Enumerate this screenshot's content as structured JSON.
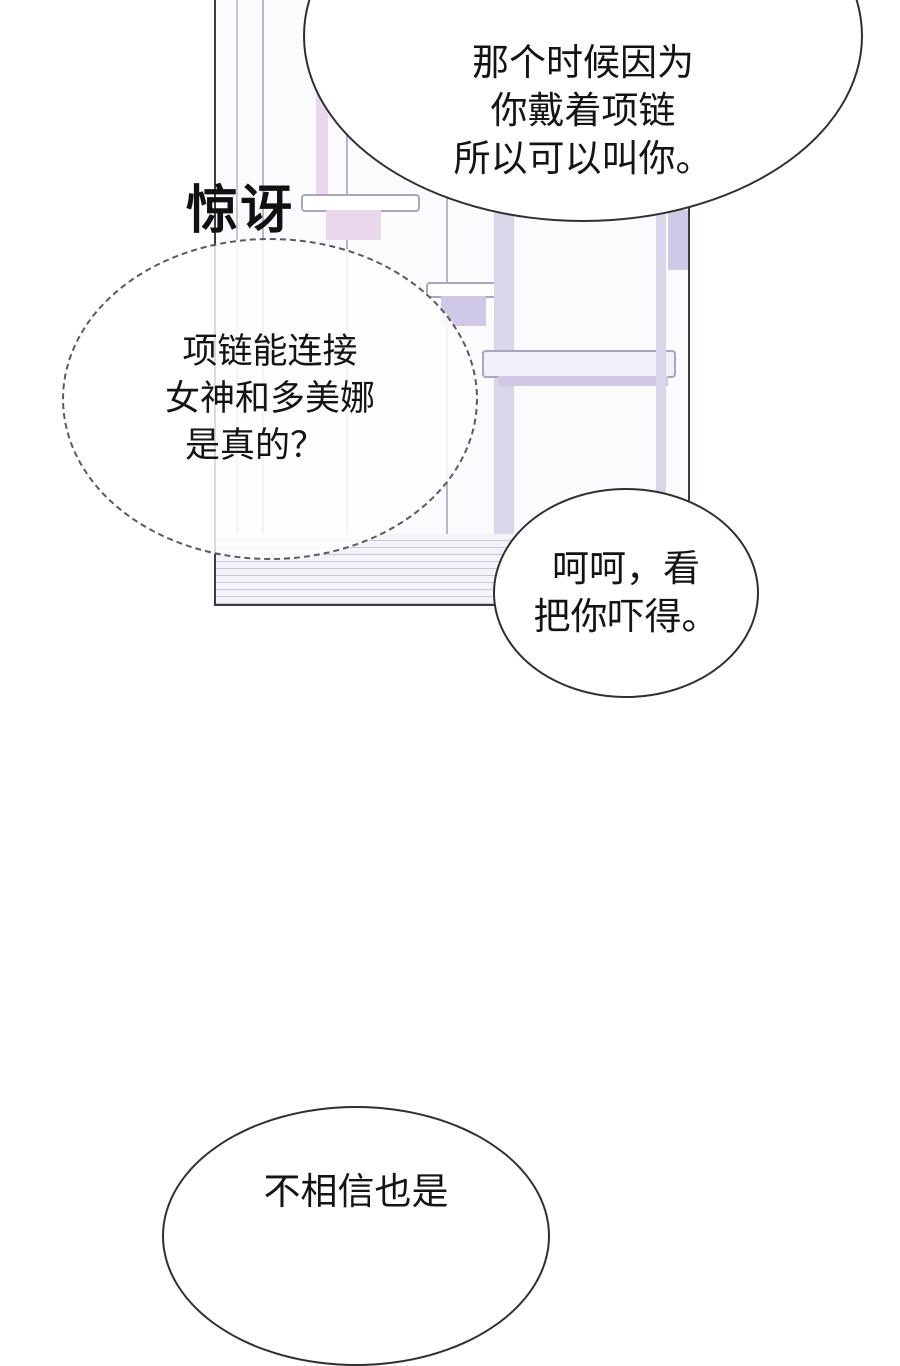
{
  "comic": {
    "panel": {
      "description": "interior with lavender pillars and shelves",
      "colors": {
        "pillar": "#d9d6ea",
        "shade": "#cfc8e6",
        "accent_pink": "#e9d8ec",
        "border": "#3a3a44"
      }
    },
    "sfx": {
      "text": "惊讶"
    },
    "bubbles": [
      {
        "id": "top",
        "style": "solid",
        "lines": [
          "那个时候因为",
          "你戴着项链",
          "所以可以叫你。"
        ]
      },
      {
        "id": "thought",
        "style": "dashed",
        "lines": [
          "项链能连接",
          "女神和多美娜",
          "是真的？"
        ]
      },
      {
        "id": "laugh",
        "style": "solid",
        "lines": [
          "呵呵，看",
          "把你吓得。"
        ]
      },
      {
        "id": "bottom",
        "style": "solid",
        "lines": [
          "不相信也是"
        ]
      }
    ]
  }
}
